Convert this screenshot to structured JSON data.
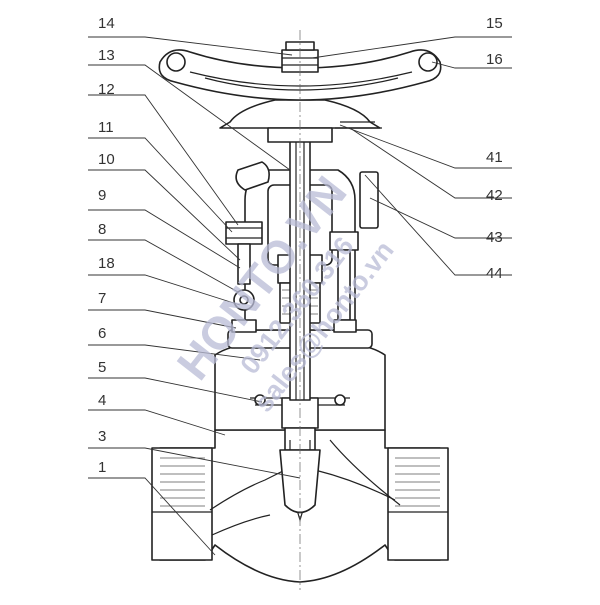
{
  "diagram": {
    "labels_left": [
      "14",
      "13",
      "12",
      "11",
      "10",
      "9",
      "8",
      "18",
      "7",
      "6",
      "5",
      "4",
      "3",
      "1"
    ],
    "labels_right": [
      "15",
      "16",
      "41",
      "42",
      "43",
      "44"
    ],
    "watermark": {
      "line1": "HONTO.VN",
      "line2": "0912.360.316",
      "line3": "sales@honto.vn"
    },
    "colors": {
      "line": "#222222",
      "label": "#333333",
      "watermark": "#b9bcd6"
    }
  }
}
